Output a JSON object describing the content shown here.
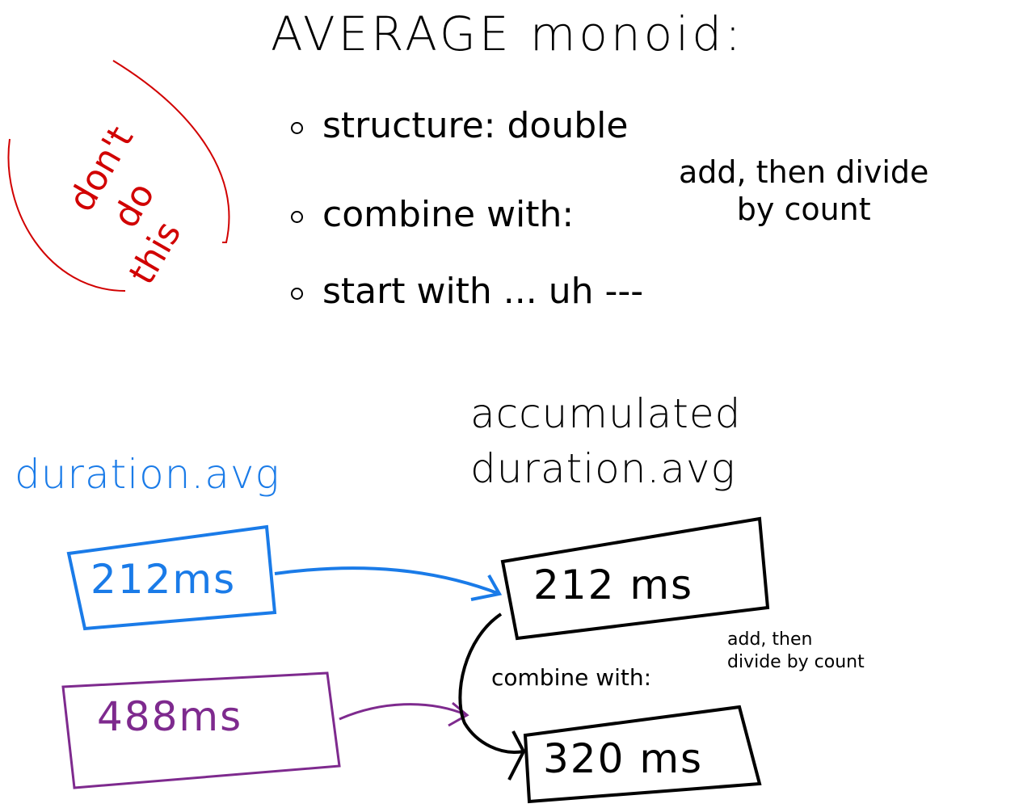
{
  "title": "AVERAGE monoid:",
  "bullets": [
    {
      "label": "structure: double"
    },
    {
      "label": "combine with:"
    },
    {
      "label": "start with ... uh ---"
    }
  ],
  "combine_note": {
    "line1": "add, then divide",
    "line2": "by count"
  },
  "red_note": {
    "line1": "don't",
    "line2": "do",
    "line3": "this"
  },
  "left_header": "duration.avg",
  "right_header": {
    "line1": "accumulated",
    "line2": "duration.avg"
  },
  "boxes": {
    "input1": "212ms",
    "input2": "488ms",
    "acc1": "212 ms",
    "acc2": "320 ms"
  },
  "combine_label": "combine with:",
  "combine_detail": {
    "line1": "add, then",
    "line2": "divide by count"
  },
  "colors": {
    "blue": "#1a7be8",
    "purple": "#7e2a8e",
    "red": "#d10000",
    "ink": "#000000"
  }
}
